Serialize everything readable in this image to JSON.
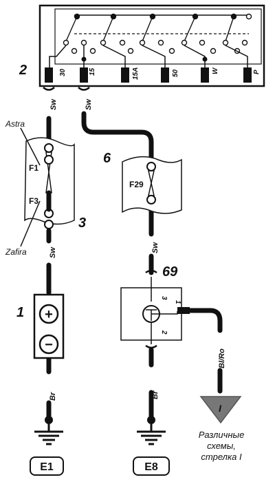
{
  "title": "",
  "components": {
    "ignition_switch": {
      "ref": "2",
      "terminals": [
        "30",
        "15",
        "15A",
        "50",
        "W",
        "P"
      ]
    },
    "battery": {
      "ref": "1",
      "plus": "+",
      "minus": "−"
    },
    "fuse_box_left": {
      "ref": "3",
      "fuses": [
        "F1",
        "F3"
      ]
    },
    "fuse_box_right": {
      "ref": "6",
      "fuses": [
        "F29"
      ]
    },
    "sensor": {
      "ref": "69",
      "pins": [
        "3",
        "1",
        "2"
      ]
    }
  },
  "models": {
    "astra": "Astra",
    "zafira": "Zafira"
  },
  "wires": {
    "sw_1": "Sw",
    "sw_2": "Sw",
    "sw_3": "Sw",
    "sw_4": "Sw",
    "br_1": "Br",
    "br_2": "Br",
    "bl_ro": "Bl/Ro"
  },
  "grounds": {
    "left": "E1",
    "right": "E8"
  },
  "arrow": {
    "label": "I"
  },
  "note": [
    "Различные",
    "схемы,",
    "стрелка I"
  ],
  "colors": {
    "ink": "#111111",
    "background": "#ffffff",
    "arrow_fill": "#777777"
  }
}
